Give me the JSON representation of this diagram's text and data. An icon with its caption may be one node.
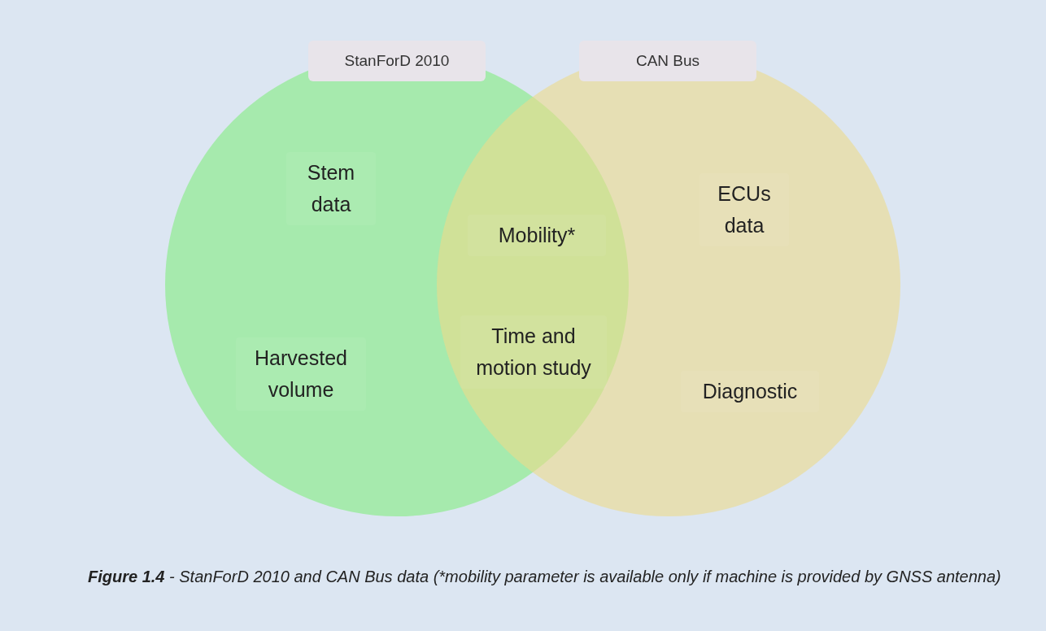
{
  "diagram": {
    "caption": "**Figure 1.4** - StanForD 2010 and CAN Bus data (*mobility parameter is available only if machine is provided by GNSS antenna)",
    "nodes": [
      {
        "text": [
          "StanForD 2010"
        ]
      },
      {
        "text": [
          "Stem data"
        ],
        "in": 0
      },
      {
        "text": [
          "Harvested volume"
        ],
        "in": 0
      },
      {
        "text": [
          "CAN Bus"
        ]
      },
      {
        "text": [
          "Mobility*"
        ]
      },
      {
        "text": [
          "Time and motion study"
        ]
      },
      {
        "text": [
          "ECUs data"
        ],
        "in": 3
      },
      {
        "text": [
          "Diagnostic"
        ],
        "in": 3
      }
    ],
    "edges": []
  }
}
